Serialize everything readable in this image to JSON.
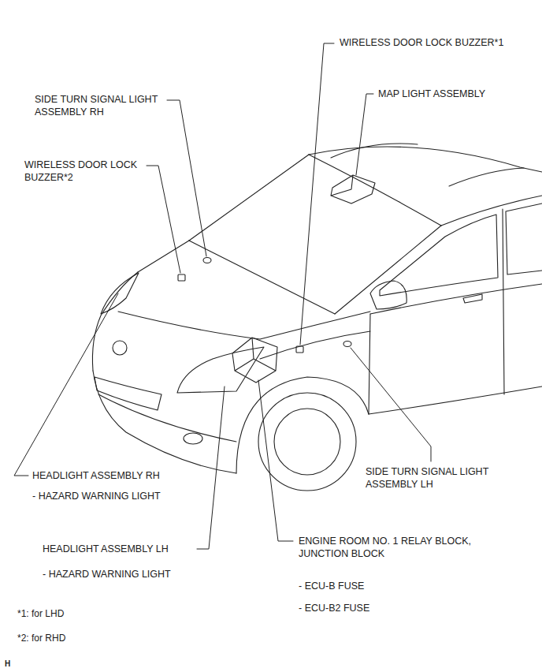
{
  "diagram": {
    "labels": [
      "WIRELESS DOOR LOCK BUZZER*1",
      "MAP LIGHT ASSEMBLY",
      "SIDE TURN SIGNAL LIGHT ASSEMBLY RH",
      "WIRELESS DOOR LOCK BUZZER*2",
      "HEADLIGHT ASSEMBLY RH",
      "- HAZARD WARNING LIGHT",
      "SIDE TURN SIGNAL LIGHT ASSEMBLY LH",
      "HEADLIGHT ASSEMBLY LH",
      "- HAZARD WARNING LIGHT",
      "ENGINE ROOM NO. 1 RELAY BLOCK, JUNCTION BLOCK",
      "- ECU-B FUSE",
      "- ECU-B2 FUSE",
      "*1: for LHD",
      "*2: for RHD",
      "H"
    ]
  }
}
